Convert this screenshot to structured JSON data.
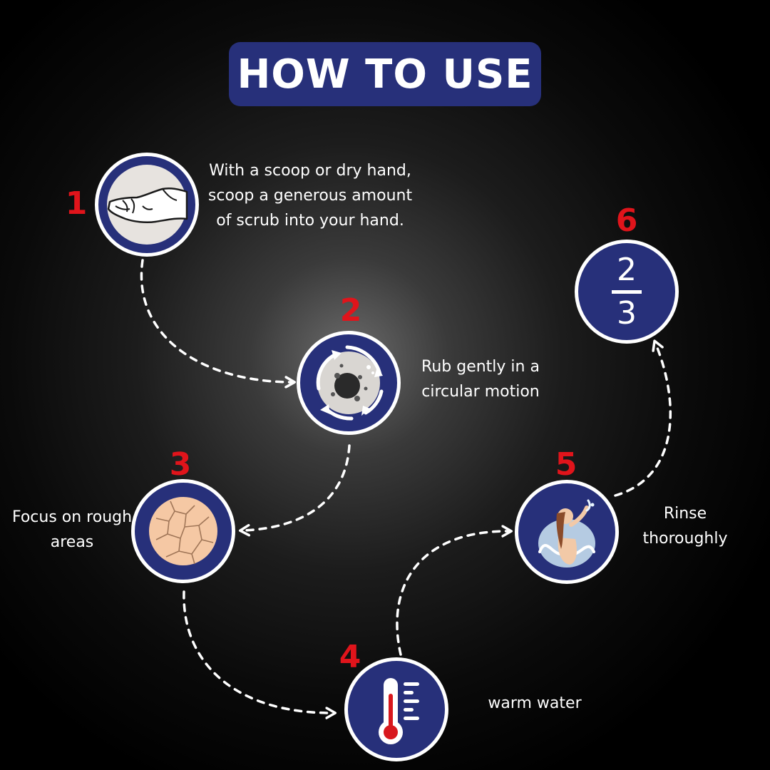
{
  "title": "HOW TO USE",
  "steps": [
    {
      "number": "1",
      "text": "With a scoop or dry hand, scoop a generous amount of scrub into your hand.",
      "icon": "hand-icon"
    },
    {
      "number": "2",
      "text": "Rub gently in a circular motion",
      "icon": "circular-scrub-icon"
    },
    {
      "number": "3",
      "text": "Focus on rough areas",
      "icon": "dry-skin-icon"
    },
    {
      "number": "4",
      "text": "warm water",
      "icon": "thermometer-icon"
    },
    {
      "number": "5",
      "text": "Rinse thoroughly",
      "icon": "rinse-icon"
    },
    {
      "number": "6",
      "icon": "fraction-icon",
      "fraction": {
        "numerator": "2",
        "denominator": "3"
      }
    }
  ],
  "colors": {
    "badge": "#27307a",
    "number": "#e0141b",
    "text": "#ffffff",
    "thermometer": "#d8181e"
  }
}
